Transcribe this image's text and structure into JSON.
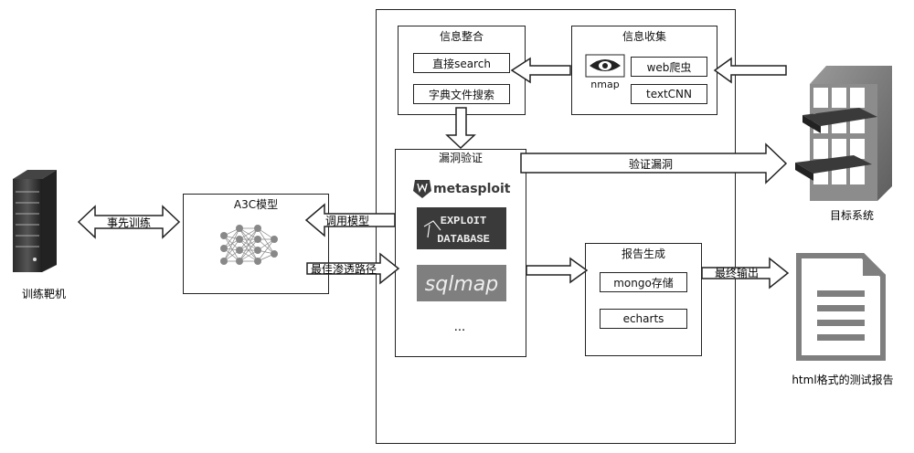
{
  "info_integration": {
    "title": "信息整合",
    "item1": "直接search",
    "item2": "字典文件搜索"
  },
  "info_collection": {
    "title": "信息收集",
    "nmap": "nmap",
    "crawler": "web爬虫",
    "textcnn": "textCNN"
  },
  "vuln_verify": {
    "title": "漏洞验证",
    "tool1": "metasploit",
    "tool2_line1": "EXPLOIT",
    "tool2_line2": "DATABASE",
    "tool3": "sqlmap",
    "more": "..."
  },
  "report_gen": {
    "title": "报告生成",
    "item1": "mongo存储",
    "item2": "echarts"
  },
  "a3c": {
    "title": "A3C模型"
  },
  "arrows": {
    "pretrain": "事先训练",
    "call_model": "调用模型",
    "best_path": "最佳渗透路径",
    "verify_vuln": "验证漏洞",
    "final_output": "最终输出"
  },
  "train_target_label": "训练靶机",
  "target_system_label": "目标系统",
  "report_label": "html格式的测试报告",
  "colors": {
    "stroke": "#222222",
    "icon_gray": "#7f7f7f",
    "dark": "#3a3a3a"
  }
}
